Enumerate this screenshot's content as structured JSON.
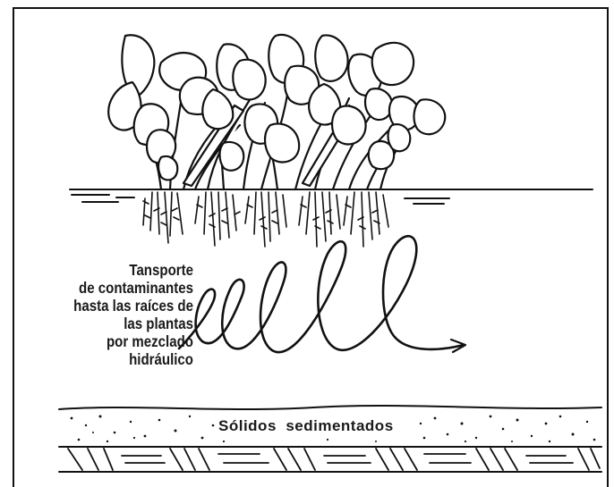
{
  "diagram": {
    "transport_label_lines": [
      "Tansporte",
      "de contaminantes",
      "hasta las raíces de",
      "las plantas",
      "por mezclado",
      "hidráulico"
    ],
    "sediment_label": "Sólidos  sedimentados"
  }
}
